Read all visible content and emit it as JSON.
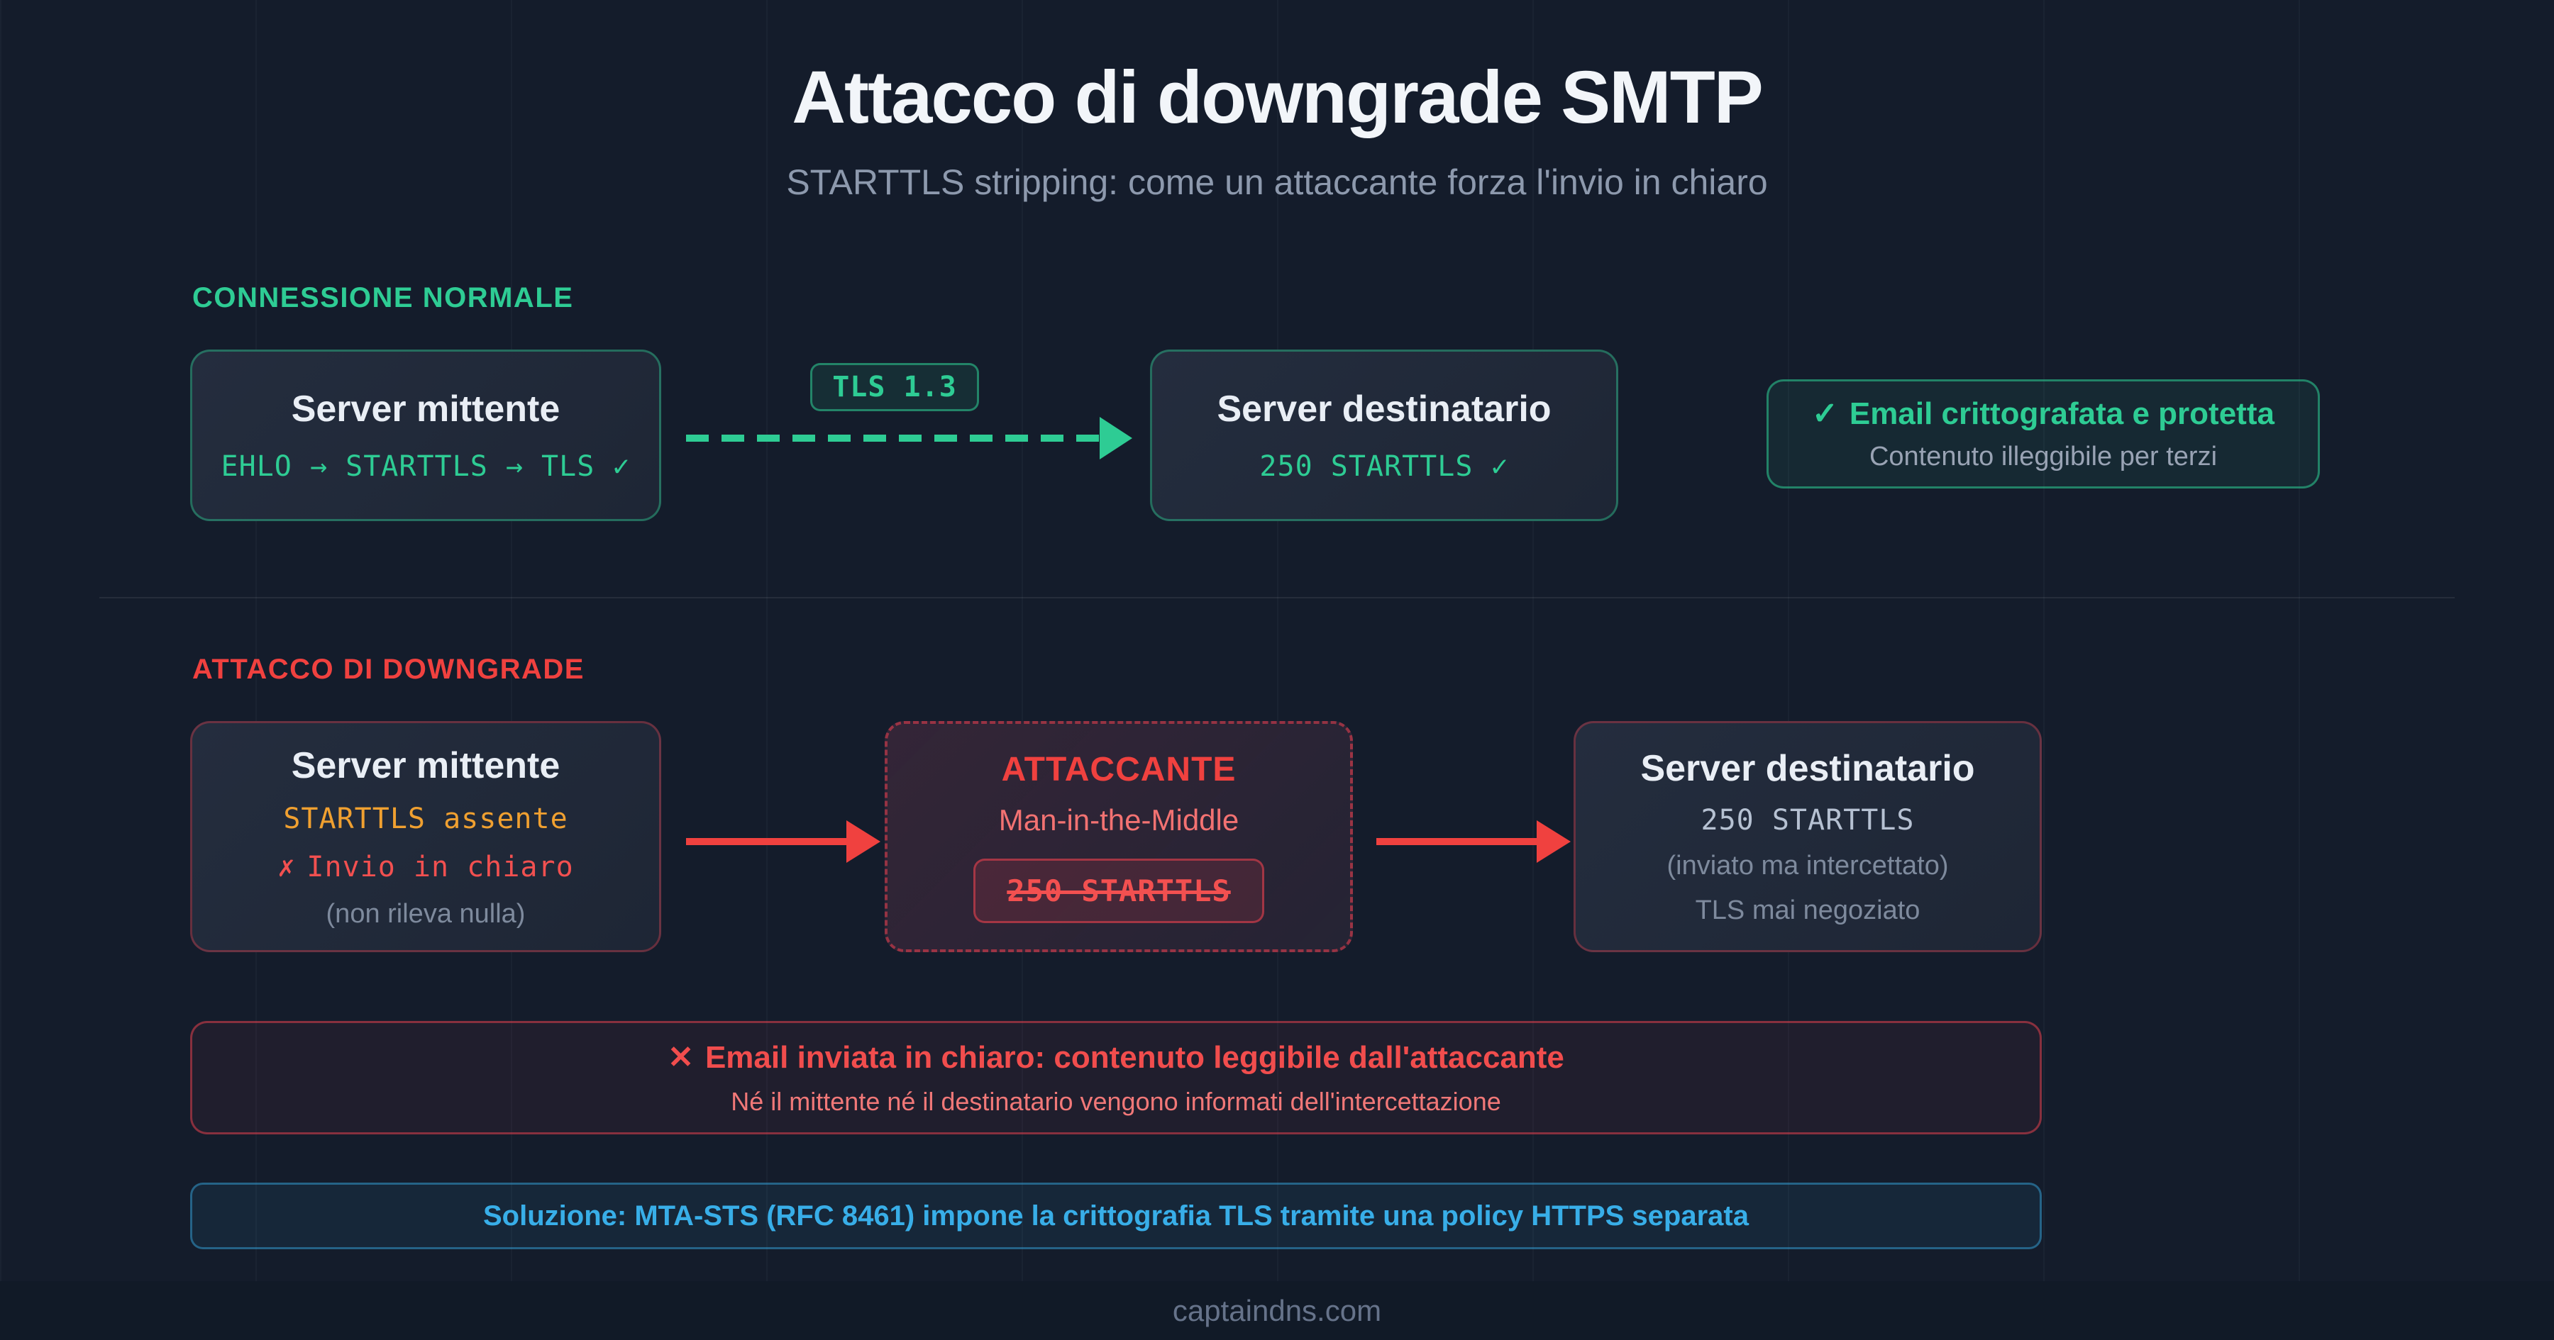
{
  "header": {
    "title": "Attacco di downgrade SMTP",
    "subtitle": "STARTTLS stripping: come un attaccante forza l'invio in chiaro"
  },
  "normal_section": {
    "label": "CONNESSIONE NORMALE",
    "sender": {
      "title": "Server mittente",
      "detail": "EHLO → STARTTLS → TLS ✓"
    },
    "tls_badge": "TLS 1.3",
    "recipient": {
      "title": "Server destinatario",
      "detail": "250 STARTTLS ✓"
    },
    "result": {
      "check_icon": "✓",
      "title": "Email crittografata e protetta",
      "subtitle": "Contenuto illeggibile per terzi"
    }
  },
  "attack_section": {
    "label": "ATTACCO DI DOWNGRADE",
    "sender": {
      "title": "Server mittente",
      "line1": "STARTTLS assente",
      "cross_icon": "✗",
      "line2": "Invio in chiaro",
      "line3": "(non rileva nulla)"
    },
    "attacker": {
      "title": "ATTACCANTE",
      "subtitle": "Man-in-the-Middle",
      "badge": "250 STARTTLS"
    },
    "recipient": {
      "title": "Server destinatario",
      "line1": "250 STARTTLS",
      "line2": "(inviato ma intercettato)",
      "line3": "TLS mai negoziato"
    },
    "warning": {
      "cross_icon": "✕",
      "title": "Email inviata in chiaro: contenuto leggibile dall'attaccante",
      "subtitle": "Né il mittente né il destinatario vengono informati dell'intercettazione"
    },
    "solution": "Soluzione: MTA-STS (RFC 8461) impone la crittografia TLS tramite una policy HTTPS separata"
  },
  "footer": {
    "text": "captaindns.com"
  },
  "colors": {
    "background": "#141c2b",
    "card_background": "#222b3b",
    "green": "#2ecc94",
    "red": "#f0413f",
    "soft_red": "#f37272",
    "amber": "#f0a030",
    "blue": "#38aee8",
    "text_primary": "#f2f5f9",
    "text_muted": "#8d99ad"
  }
}
